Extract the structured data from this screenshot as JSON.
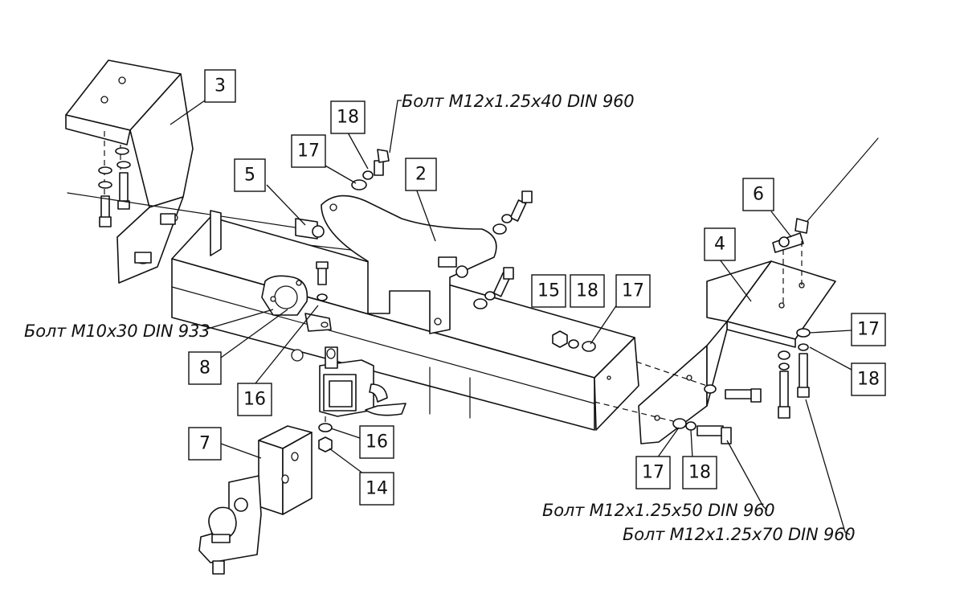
{
  "callouts": {
    "c3": "3",
    "c18a": "18",
    "c17a": "17",
    "c5": "5",
    "c2": "2",
    "c6": "6",
    "c4": "4",
    "c15": "15",
    "c18b": "18",
    "c17b": "17",
    "c17c": "17",
    "c18c": "18",
    "c8": "8",
    "c16a": "16",
    "c16b": "16",
    "c7": "7",
    "c14": "14",
    "c17d": "17",
    "c18d": "18"
  },
  "notes": {
    "bolt_top": "Болт М12x1.25x40 DIN 960",
    "bolt_left": "Болт М10x30 DIN 933",
    "bolt_bottom1": "Болт М12x1.25x50 DIN 960",
    "bolt_bottom2": "Болт М12x1.25x70 DIN 960"
  }
}
